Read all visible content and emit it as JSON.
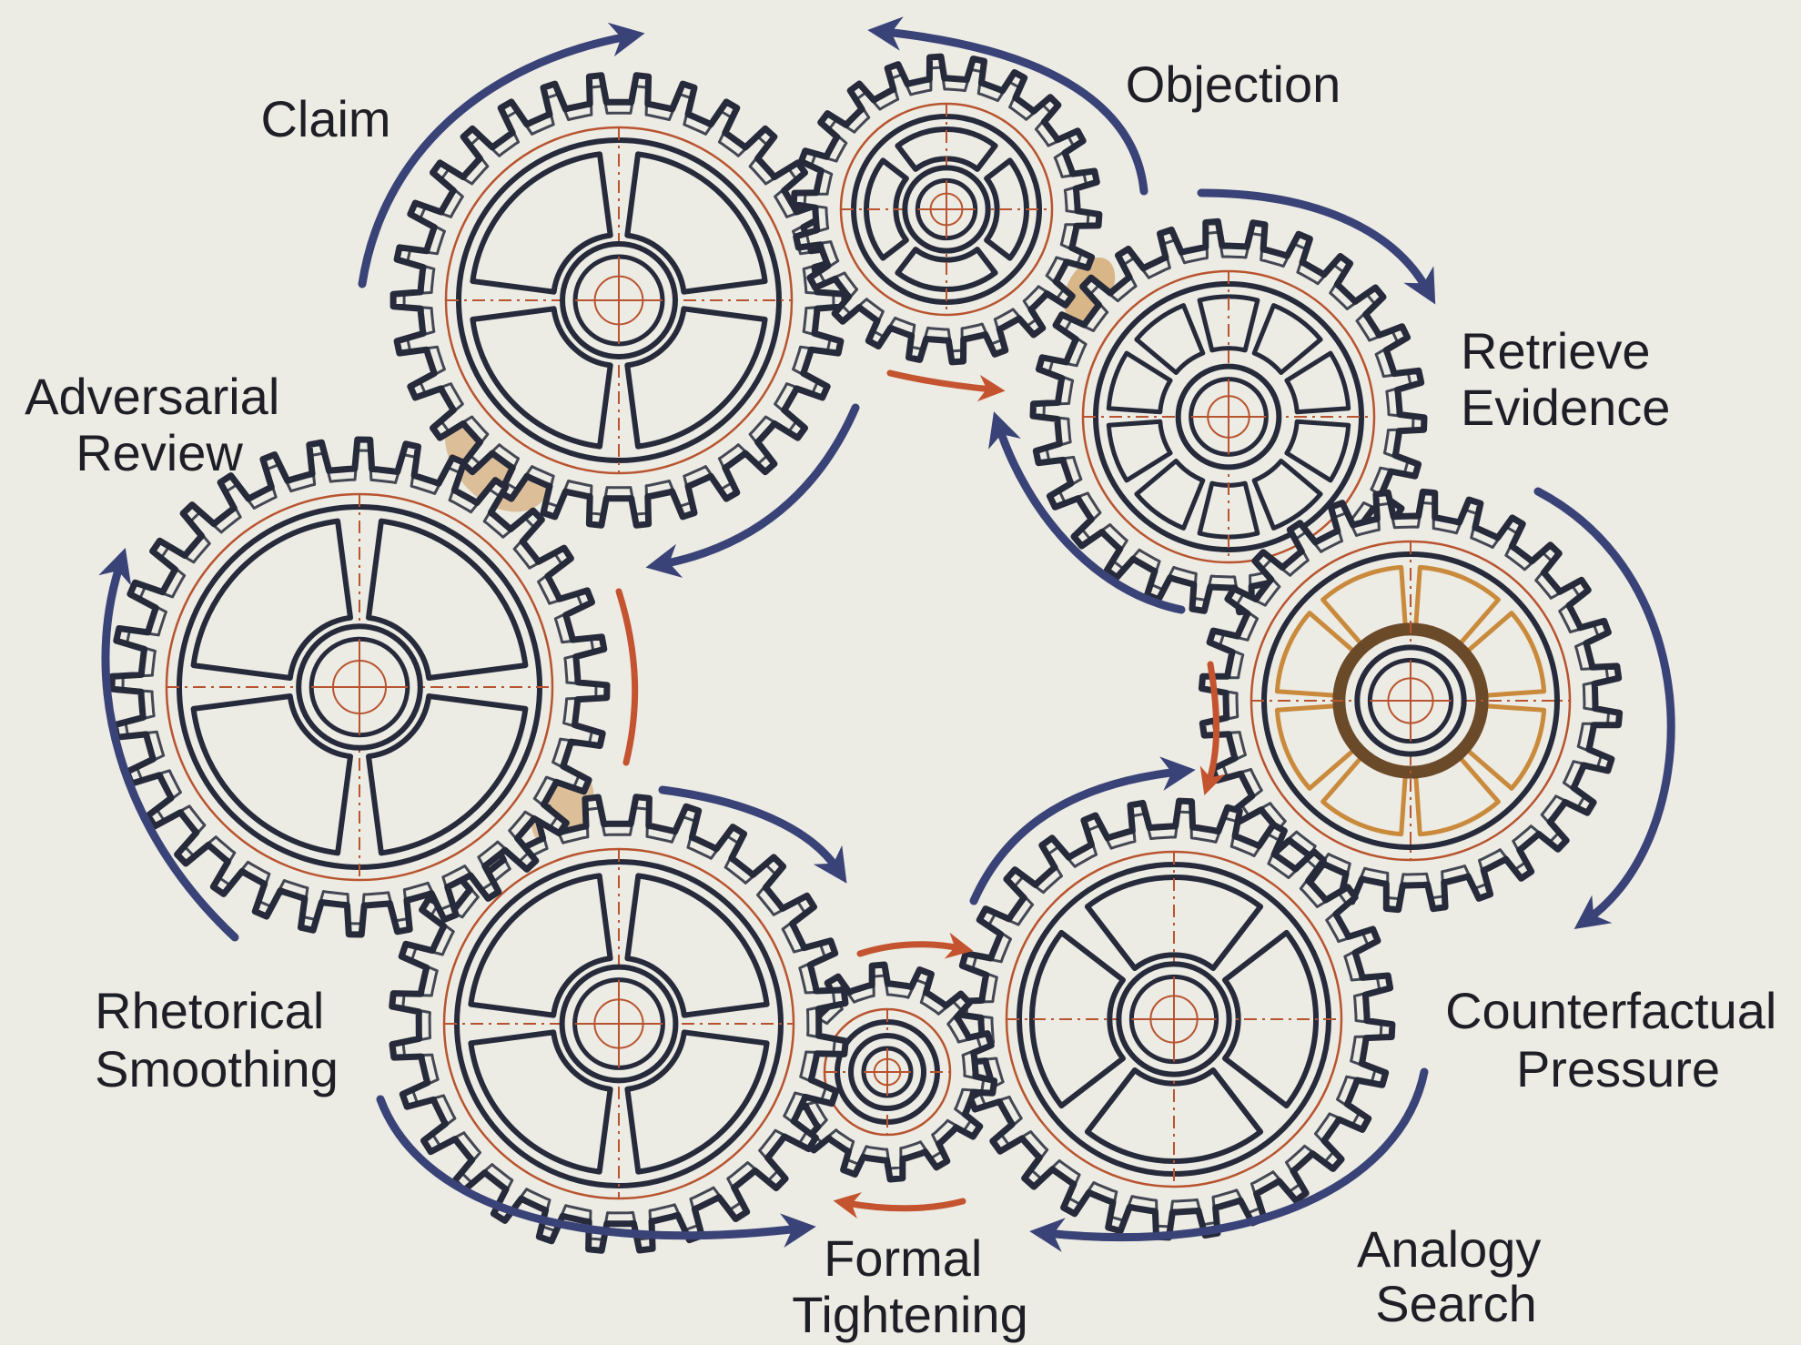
{
  "colors": {
    "background": "#ecebe4",
    "ink": "#262a3a",
    "accent_rust": "#b8542f",
    "accent_amber": "#c98a3c",
    "arrow_blue": "#3a4377",
    "arrow_orange": "#c4532f"
  },
  "gears": [
    {
      "id": "claim",
      "label": [
        "Claim"
      ],
      "teeth": 30,
      "spoke_style": "cross"
    },
    {
      "id": "objection",
      "label": [
        "Objection"
      ],
      "teeth": 22,
      "spoke_style": "x"
    },
    {
      "id": "retrieve-evidence",
      "label": [
        "Retrieve",
        "Evidence"
      ],
      "teeth": 26,
      "spoke_style": "windows"
    },
    {
      "id": "counterfactual-pressure",
      "label": [
        "Counterfactual",
        "Pressure"
      ],
      "teeth": 28,
      "spoke_style": "amber"
    },
    {
      "id": "analogy-search",
      "label": [
        "Analogy",
        "Search"
      ],
      "teeth": 28,
      "spoke_style": "x"
    },
    {
      "id": "formal-tightening",
      "label": [
        "Formal",
        "Tightening"
      ],
      "teeth": 14,
      "spoke_style": "plain"
    },
    {
      "id": "rhetorical-smoothing",
      "label": [
        "Rhetorical",
        "Smoothing"
      ],
      "teeth": 28,
      "spoke_style": "cross"
    },
    {
      "id": "adversarial-review",
      "label": [
        "Adversarial",
        "Review"
      ],
      "teeth": 32,
      "spoke_style": "cross"
    }
  ]
}
